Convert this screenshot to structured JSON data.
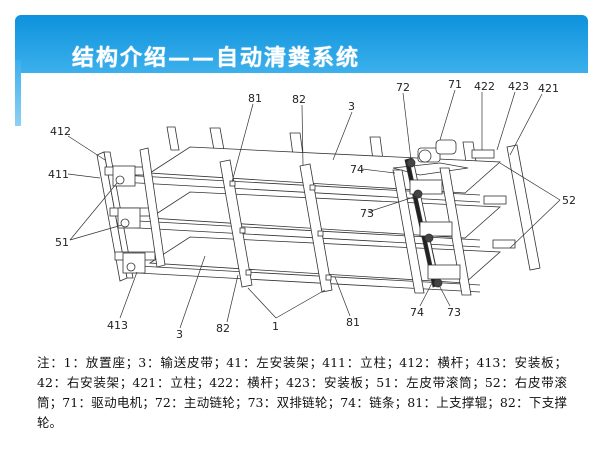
{
  "slide": {
    "title": "结构介绍——自动清粪系统",
    "accent_color": "#0d92dc"
  },
  "diagram": {
    "labels": {
      "l412": "412",
      "l411": "411",
      "l51": "51",
      "l413": "413",
      "l81_top": "81",
      "l82_top": "82",
      "l3_top": "3",
      "l72": "72",
      "l71": "71",
      "l422": "422",
      "l423": "423",
      "l421": "421",
      "l74_top": "74",
      "l73_top": "73",
      "l52": "52",
      "l3_bottom": "3",
      "l82_bottom": "82",
      "l1": "1",
      "l81_bottom": "81",
      "l74_bottom": "74",
      "l73_bottom": "73"
    }
  },
  "note": "注：1：放置座；3：输送皮带；41：左安装架；411：立柱；412：横杆；413：安装板；42：右安装架；421：立柱；422：横杆；423：安装板；51：左皮带滚筒；52：右皮带滚筒；71：驱动电机；72：主动链轮；73：双排链轮；74：链条；81：上支撑辊；82：下支撑轮。"
}
